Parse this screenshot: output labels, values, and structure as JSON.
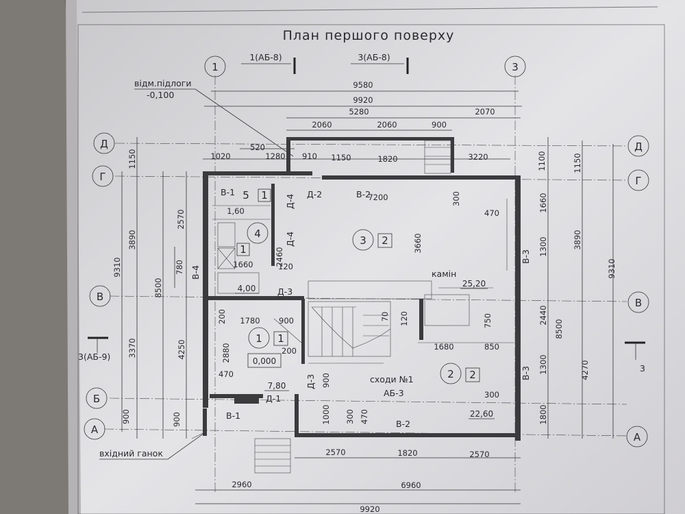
{
  "plan": {
    "title": "План першого поверху",
    "axes": {
      "a1": "1",
      "a3": "3",
      "d": "Д",
      "g": "Г",
      "v": "В",
      "b": "Б",
      "a": "А"
    },
    "section_refs": {
      "s1": "1(АБ-8)",
      "s3": "3(АБ-8)",
      "s_left": "3(АБ-9)",
      "s_right": "3"
    },
    "floor_mark": {
      "label": "відм.підлоги",
      "value": "-0,100"
    },
    "top_dims": [
      "9580",
      "9920",
      "5280",
      "2070",
      "2060",
      "2060",
      "900",
      "520",
      "1020",
      "1280",
      "910",
      "1150",
      "1820",
      "3220"
    ],
    "bottom_dims": [
      "2570",
      "1820",
      "2570",
      "2960",
      "6960",
      "9920"
    ],
    "left_dims": [
      "1150",
      "2570",
      "3890",
      "9310",
      "8500",
      "780",
      "3370",
      "4250",
      "900",
      "900"
    ],
    "right_dims": [
      "1100",
      "1150",
      "1660",
      "1300",
      "3890",
      "9310",
      "8500",
      "2440",
      "1300",
      "4270",
      "1800"
    ],
    "interior_dims": [
      "7200",
      "300",
      "470",
      "3660",
      "1660",
      "120",
      "2460",
      "1,60",
      "200",
      "1780",
      "900",
      "2880",
      "200",
      "470",
      "900",
      "1000",
      "300",
      "470",
      "70",
      "120",
      "750",
      "1680",
      "850",
      "300"
    ],
    "labels": {
      "b1": "В-1",
      "b1b": "В-1",
      "b2": "В-2",
      "b2b": "В-2",
      "b3": "В-3",
      "b3b": "В-3",
      "b4": "В-4",
      "d1": "Д-1",
      "d2": "Д-2",
      "d3": "Д-3",
      "d3b": "Д-3",
      "d4": "Д-4",
      "d4b": "Д-4",
      "kamin": "камін",
      "stairs": "сходи №1",
      "stairs_ref": "АБ-3",
      "porch": "вхідний ганок"
    },
    "rooms": [
      {
        "num": "5",
        "type": "1"
      },
      {
        "num": "4",
        "type": "1"
      },
      {
        "num": "3",
        "type": "2"
      },
      {
        "num": "1",
        "type": "1"
      },
      {
        "num": "2",
        "type": "2"
      }
    ],
    "areas": {
      "r4": "4,00",
      "r3": "25,20",
      "r1": "7,80",
      "r2": "22,60",
      "r1_level": "0,000"
    }
  }
}
